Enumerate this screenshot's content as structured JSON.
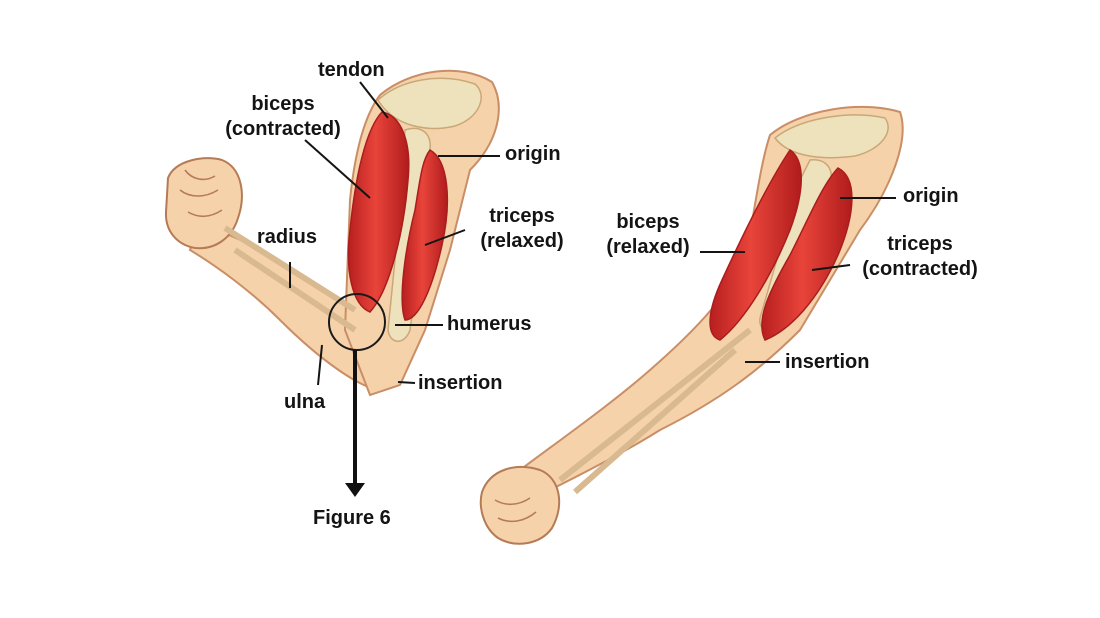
{
  "left_arm": {
    "tendon": "tendon",
    "biceps_line1": "biceps",
    "biceps_line2": "(contracted)",
    "origin": "origin",
    "triceps_line1": "triceps",
    "triceps_line2": "(relaxed)",
    "radius": "radius",
    "humerus": "humerus",
    "insertion": "insertion",
    "ulna": "ulna",
    "figure": "Figure 6"
  },
  "right_arm": {
    "origin": "origin",
    "biceps_line1": "biceps",
    "biceps_line2": "(relaxed)",
    "triceps_line1": "triceps",
    "triceps_line2": "(contracted)",
    "insertion": "insertion"
  },
  "colors": {
    "skin": "#f6d2ab",
    "skin_outline": "#c98e66",
    "muscle": "#d8322c",
    "muscle_dark": "#a91d1d",
    "bone": "#eee2bc",
    "label_text": "#141414"
  }
}
